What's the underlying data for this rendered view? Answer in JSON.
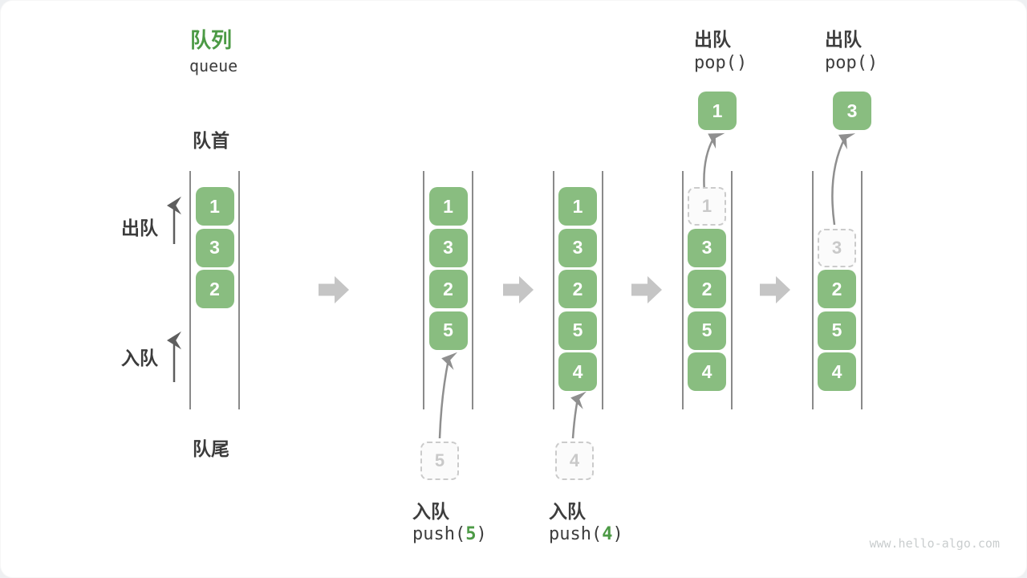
{
  "title": {
    "zh": "队列",
    "en": "queue"
  },
  "labels": {
    "front": "队首",
    "rear": "队尾",
    "dequeue": "出队",
    "enqueue": "入队"
  },
  "watermark": "www.hello-algo.com",
  "colors": {
    "item_green": "#89BD80",
    "title_green": "#4C9A45",
    "code_arg_green": "#4C9A45",
    "block_arrow_gray": "#C5C5C5",
    "line_gray": "#8A8A8A",
    "text_dark": "#3D3D3D",
    "ghost_border": "#CBCBCB",
    "ghost_text": "#C9C9C9",
    "curve_arrow_gray": "#8F8F8F",
    "left_arrow_gray": "#5E5E5E",
    "watermark_gray": "#C9CDCE"
  },
  "states": [
    {
      "name": "initial",
      "items": [
        {
          "slot": 0,
          "value": "1",
          "style": "solid"
        },
        {
          "slot": 1,
          "value": "3",
          "style": "solid"
        },
        {
          "slot": 2,
          "value": "2",
          "style": "solid"
        }
      ]
    },
    {
      "name": "enqueue-5",
      "items": [
        {
          "slot": 0,
          "value": "1",
          "style": "solid"
        },
        {
          "slot": 1,
          "value": "3",
          "style": "solid"
        },
        {
          "slot": 2,
          "value": "2",
          "style": "solid"
        },
        {
          "slot": 3,
          "value": "5",
          "style": "solid"
        }
      ],
      "pending": {
        "value": "5"
      },
      "op": {
        "action": "入队",
        "code_prefix": "push(",
        "code_arg": "5",
        "code_suffix": ")",
        "position": "bottom"
      }
    },
    {
      "name": "enqueue-4",
      "items": [
        {
          "slot": 0,
          "value": "1",
          "style": "solid"
        },
        {
          "slot": 1,
          "value": "3",
          "style": "solid"
        },
        {
          "slot": 2,
          "value": "2",
          "style": "solid"
        },
        {
          "slot": 3,
          "value": "5",
          "style": "solid"
        },
        {
          "slot": 4,
          "value": "4",
          "style": "solid"
        }
      ],
      "pending": {
        "value": "4"
      },
      "op": {
        "action": "入队",
        "code_prefix": "push(",
        "code_arg": "4",
        "code_suffix": ")",
        "position": "bottom"
      }
    },
    {
      "name": "dequeue-1",
      "items": [
        {
          "slot": 0,
          "value": "1",
          "style": "dashed"
        },
        {
          "slot": 1,
          "value": "3",
          "style": "solid"
        },
        {
          "slot": 2,
          "value": "2",
          "style": "solid"
        },
        {
          "slot": 3,
          "value": "5",
          "style": "solid"
        },
        {
          "slot": 4,
          "value": "4",
          "style": "solid"
        }
      ],
      "popped": {
        "value": "1"
      },
      "op": {
        "action": "出队",
        "code_prefix": "pop()",
        "code_arg": "",
        "code_suffix": "",
        "position": "top"
      }
    },
    {
      "name": "dequeue-3",
      "items": [
        {
          "slot": 1,
          "value": "3",
          "style": "dashed"
        },
        {
          "slot": 2,
          "value": "2",
          "style": "solid"
        },
        {
          "slot": 3,
          "value": "5",
          "style": "solid"
        },
        {
          "slot": 4,
          "value": "4",
          "style": "solid"
        }
      ],
      "popped": {
        "value": "3"
      },
      "op": {
        "action": "出队",
        "code_prefix": "pop()",
        "code_arg": "",
        "code_suffix": "",
        "position": "top"
      }
    }
  ]
}
